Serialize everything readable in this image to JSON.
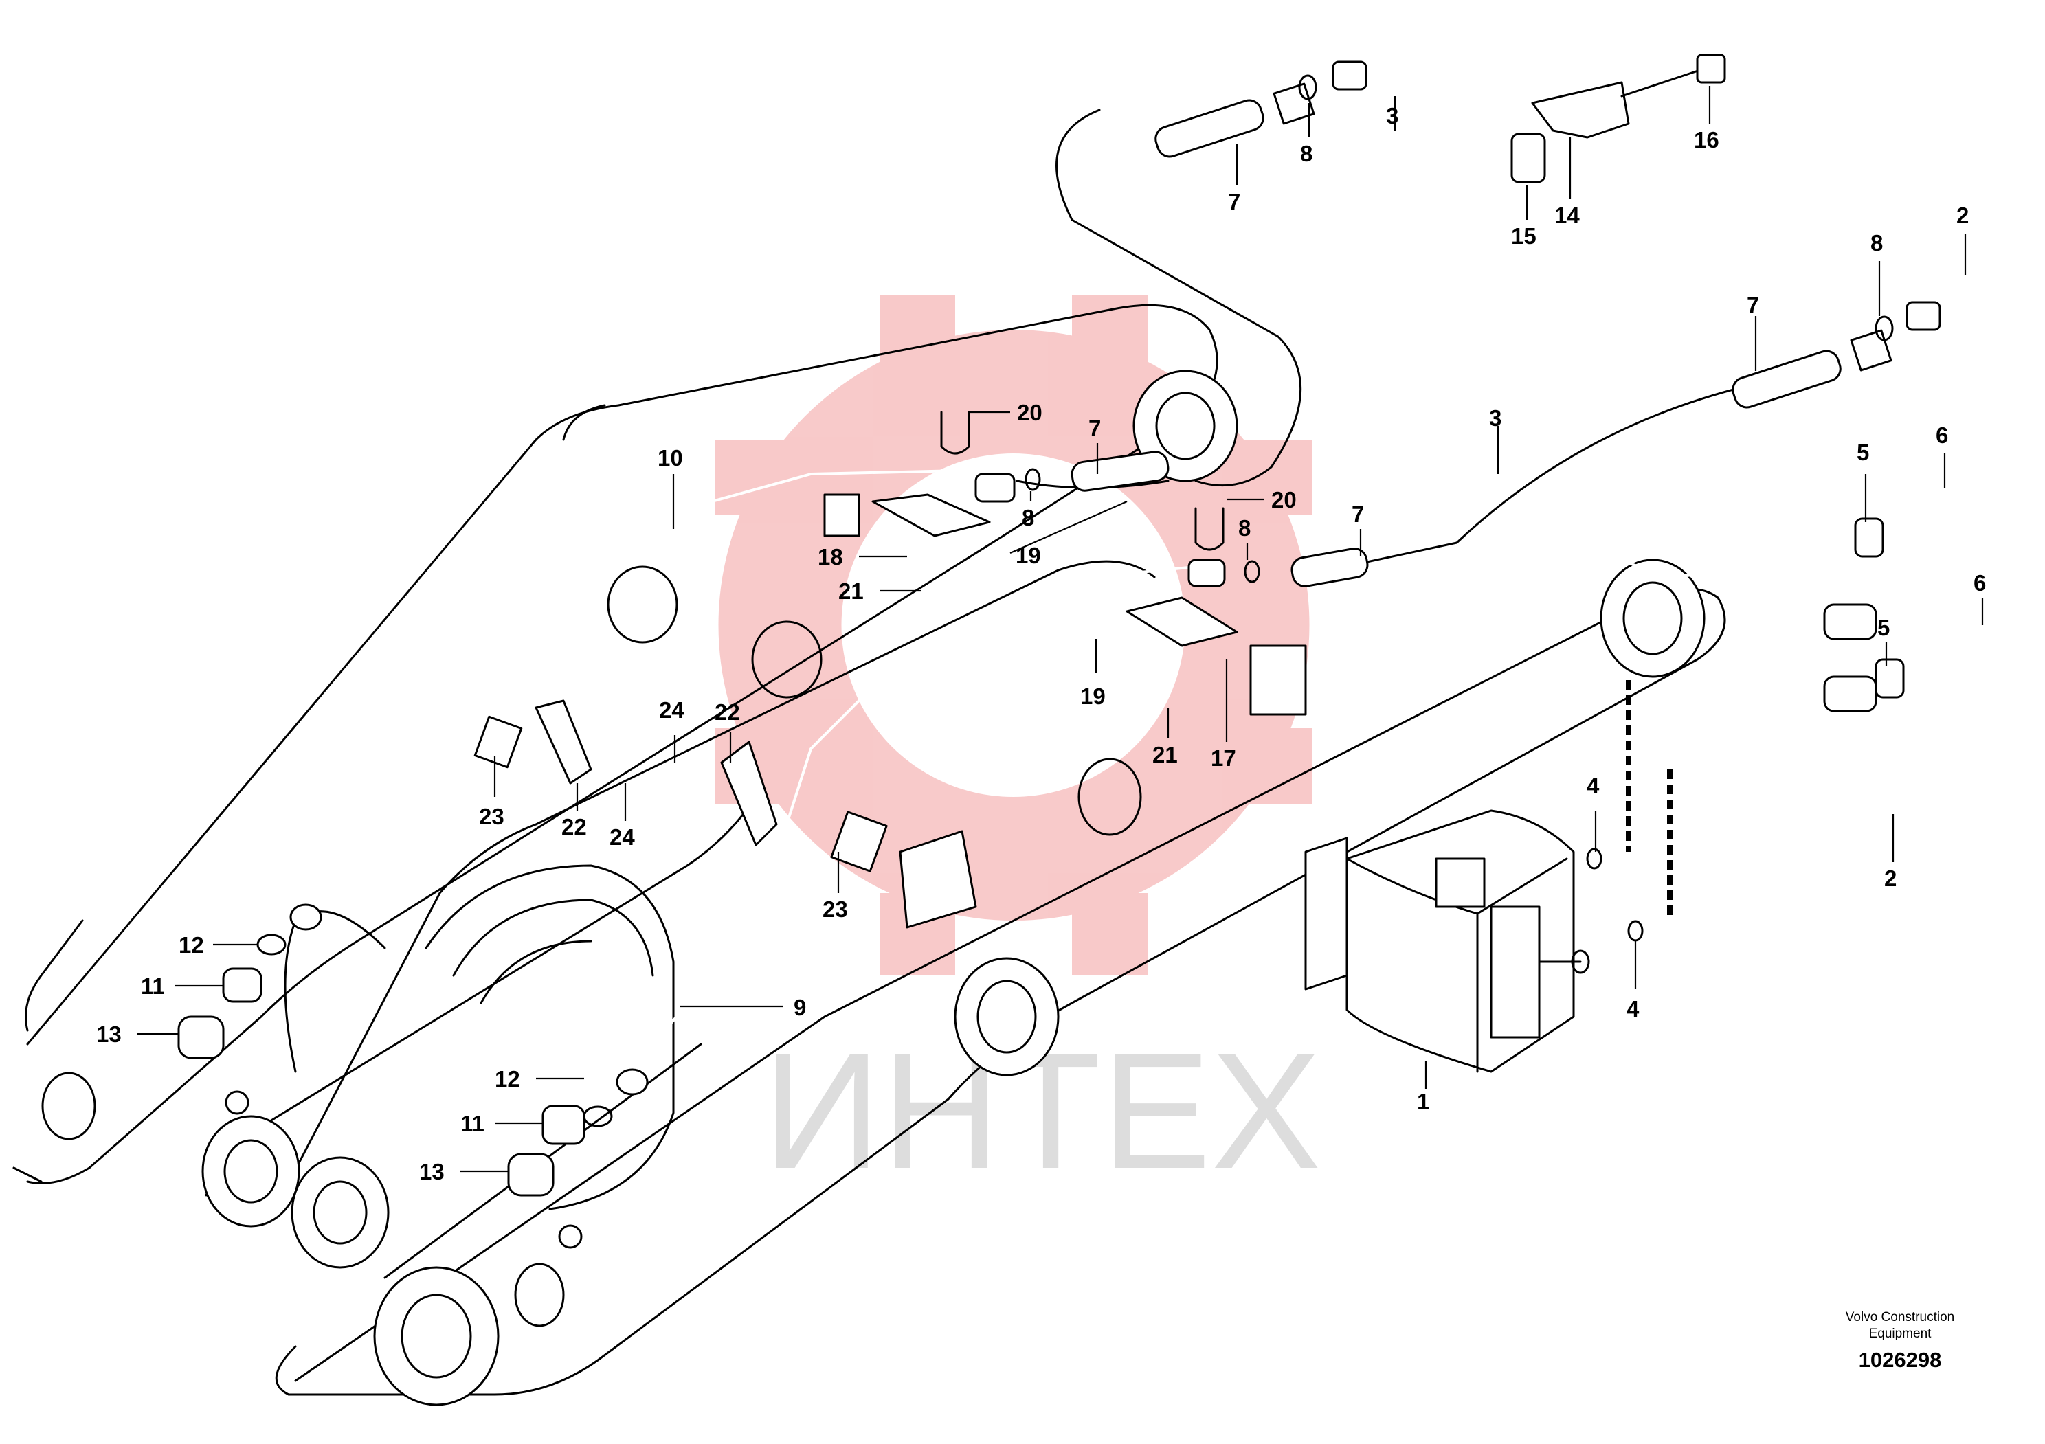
{
  "colors": {
    "line": "#000000",
    "background": "#ffffff",
    "watermark_logo": "#f08a8a",
    "watermark_text": "#c8c8c8"
  },
  "watermark": {
    "text": "ИНТЕХ"
  },
  "brand": {
    "line1": "Volvo Construction",
    "line2": "Equipment"
  },
  "document_number": "1026298",
  "callouts": [
    {
      "label": "1"
    },
    {
      "label": "2"
    },
    {
      "label": "2"
    },
    {
      "label": "3"
    },
    {
      "label": "3"
    },
    {
      "label": "4"
    },
    {
      "label": "4"
    },
    {
      "label": "5"
    },
    {
      "label": "5"
    },
    {
      "label": "6"
    },
    {
      "label": "6"
    },
    {
      "label": "7"
    },
    {
      "label": "7"
    },
    {
      "label": "7"
    },
    {
      "label": "7"
    },
    {
      "label": "8"
    },
    {
      "label": "8"
    },
    {
      "label": "8"
    },
    {
      "label": "8"
    },
    {
      "label": "9"
    },
    {
      "label": "10"
    },
    {
      "label": "11"
    },
    {
      "label": "11"
    },
    {
      "label": "12"
    },
    {
      "label": "12"
    },
    {
      "label": "13"
    },
    {
      "label": "13"
    },
    {
      "label": "14"
    },
    {
      "label": "15"
    },
    {
      "label": "16"
    },
    {
      "label": "17"
    },
    {
      "label": "18"
    },
    {
      "label": "19"
    },
    {
      "label": "19"
    },
    {
      "label": "20"
    },
    {
      "label": "20"
    },
    {
      "label": "21"
    },
    {
      "label": "21"
    },
    {
      "label": "22"
    },
    {
      "label": "22"
    },
    {
      "label": "23"
    },
    {
      "label": "23"
    },
    {
      "label": "24"
    },
    {
      "label": "24"
    }
  ]
}
